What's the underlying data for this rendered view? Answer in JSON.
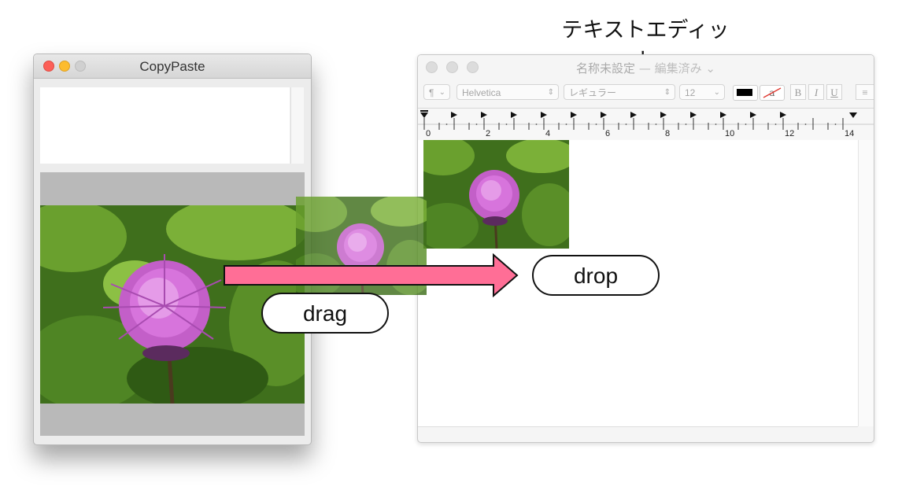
{
  "caption": "テキストエディット",
  "copypaste": {
    "title": "CopyPaste",
    "icons": [
      "close-button",
      "minimize-button",
      "zoom-button"
    ],
    "image": "thistle-flower-photo"
  },
  "textedit": {
    "title": "名称未設定",
    "title_suffix": " — 編集済み ⌄",
    "toolbar": {
      "paragraph": "¶",
      "font_family": "Helvetica",
      "font_style": "レギュラー",
      "font_size": "12",
      "bold": "B",
      "italic": "I",
      "underline": "U",
      "text_color": "#000000",
      "no_background_glyph": "a"
    },
    "ruler_labels": [
      "0",
      "2",
      "4",
      "6",
      "8",
      "10",
      "12",
      "14"
    ],
    "image": "thistle-flower-photo"
  },
  "annotations": {
    "drag_label": "drag",
    "drop_label": "drop",
    "arrow_color": "#ff6e96"
  }
}
